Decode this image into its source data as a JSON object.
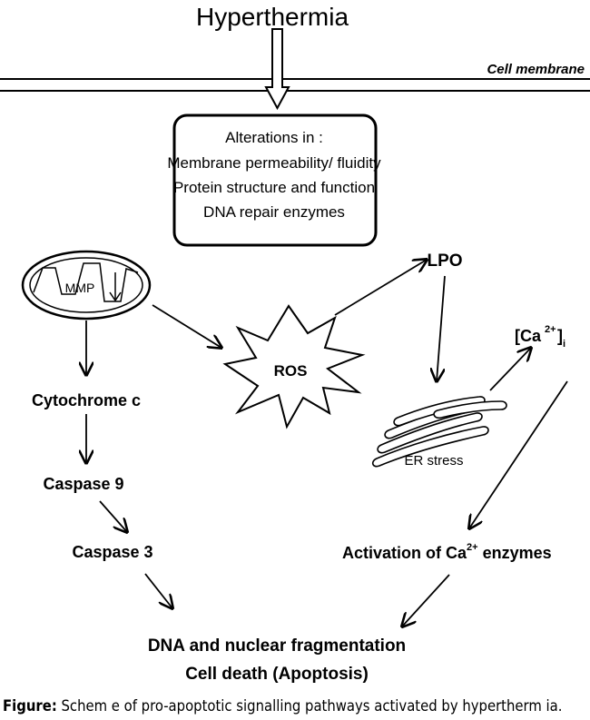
{
  "top_label": "Hyperthermia",
  "membrane_label": "Cell membrane",
  "alterations": {
    "heading": "Alterations in :",
    "items": [
      "Membrane permeability/ fluidity",
      "Protein structure and function",
      "DNA repair enzymes"
    ]
  },
  "nodes": {
    "mmp": "MMP",
    "ros": "ROS",
    "lpo": "LPO",
    "ca_open": "[Ca",
    "ca_sup": "2+",
    "ca_close": "]",
    "ca_sub": "i",
    "er_stress": "ER stress",
    "cytochrome": "Cytochrome c",
    "caspase9": "Caspase 9",
    "caspase3": "Caspase 3",
    "ca_enzymes_pre": "Activation of Ca",
    "ca_enzymes_sup": "2+",
    "ca_enzymes_post": " enzymes",
    "dna_fragmentation": "DNA and nuclear fragmentation",
    "cell_death": "Cell death (Apoptosis)"
  },
  "caption": {
    "label": "Figure:",
    "text": " Schem e of pro-apoptotic signalling pathways activated by hypertherm ia."
  }
}
